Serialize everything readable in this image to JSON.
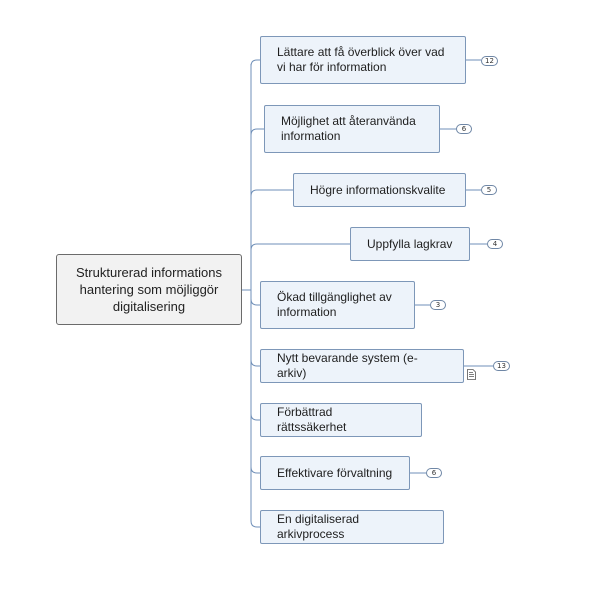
{
  "mindmap": {
    "root": {
      "label": "Strukturerad informations hantering som möjliggör digitalisering"
    },
    "topics": [
      {
        "label": "Lättare att få överblick över vad vi har för information",
        "count": "12"
      },
      {
        "label": "Möjlighet att återanvända information",
        "count": "6"
      },
      {
        "label": "Högre informationskvalite",
        "count": "5"
      },
      {
        "label": "Uppfylla lagkrav",
        "count": "4"
      },
      {
        "label": "Ökad tillgänglighet av information",
        "count": "3"
      },
      {
        "label": "Nytt bevarande system (e-arkiv)",
        "count": "13",
        "icon": "note-icon"
      },
      {
        "label": "Förbättrad rättssäkerhet",
        "count": ""
      },
      {
        "label": "Effektivare förvaltning",
        "count": "6"
      },
      {
        "label": "En digitaliserad arkivprocess",
        "count": ""
      }
    ],
    "colors": {
      "connector": "#6f8fb8",
      "node_fill": "#edf3fa",
      "node_border": "#7d97b8",
      "root_fill": "#f2f2f2"
    }
  }
}
